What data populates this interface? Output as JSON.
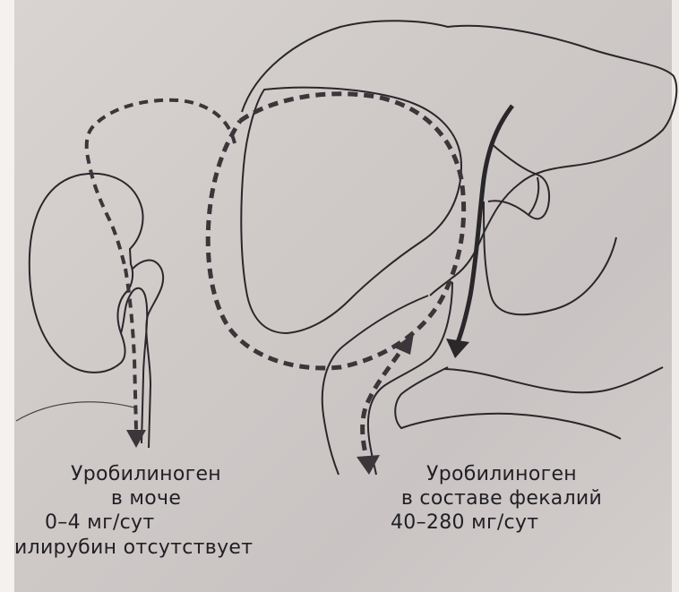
{
  "urine": {
    "title": "Уробилиноген",
    "subtitle": "в моче",
    "amount": "0–4 мг/сут",
    "bilirubin": "илирубин отсутствует"
  },
  "feces": {
    "title": "Уробилиноген",
    "subtitle": "в составе фекалий",
    "amount": "40–280 мг/сут"
  },
  "colors": {
    "ink": "#222026",
    "paper": "#d2cdcb"
  }
}
